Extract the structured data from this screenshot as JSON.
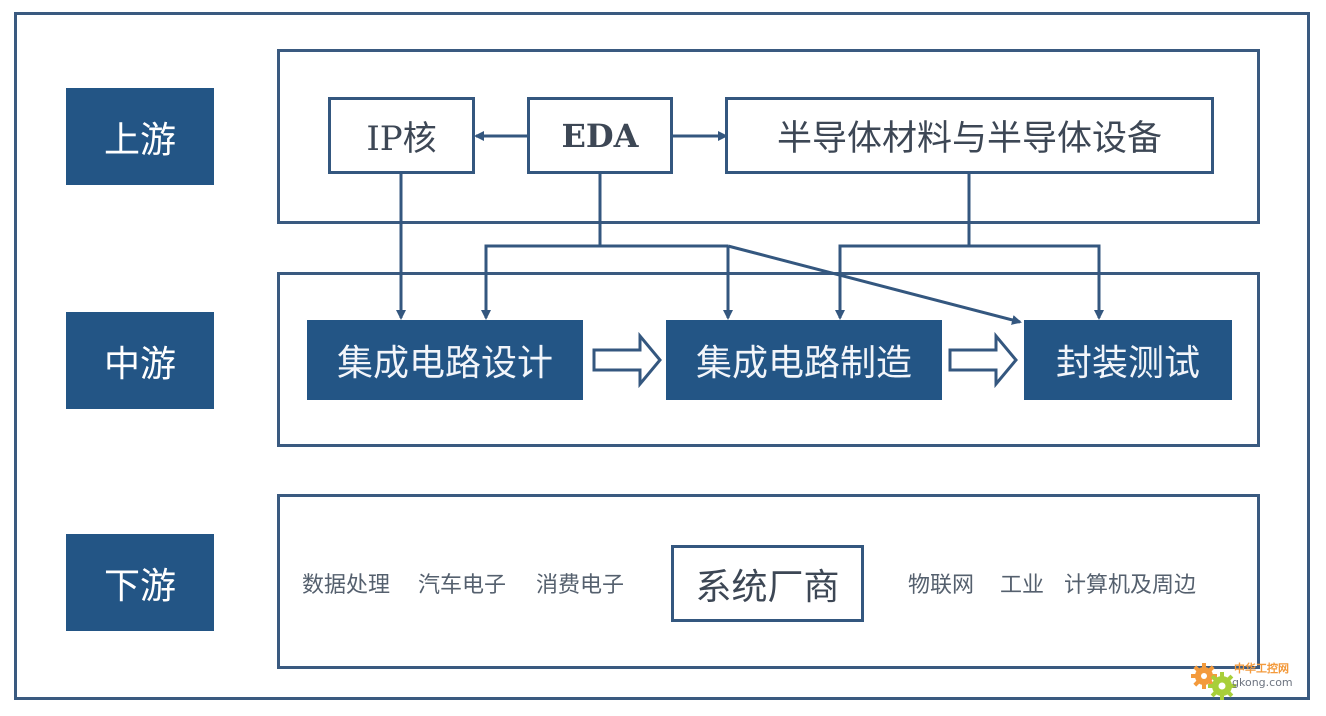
{
  "tiers": {
    "upstream": "上游",
    "midstream": "中游",
    "downstream": "下游"
  },
  "upstream": {
    "ip_core": "IP核",
    "eda": "EDA",
    "materials_equipment": "半导体材料与半导体设备"
  },
  "midstream": {
    "ic_design": "集成电路设计",
    "ic_manufacturing": "集成电路制造",
    "packaging_testing": "封装测试"
  },
  "downstream": {
    "left_items": [
      "数据处理",
      "汽车电子",
      "消费电子"
    ],
    "center": "系统厂商",
    "right_items": [
      "物联网",
      "工业",
      "计算机及周边"
    ]
  },
  "watermark": {
    "cn": "中华工控网",
    "en": "gkong.com"
  },
  "colors": {
    "primary": "#235585",
    "border": "#3a5a80",
    "line": "#34577f"
  }
}
